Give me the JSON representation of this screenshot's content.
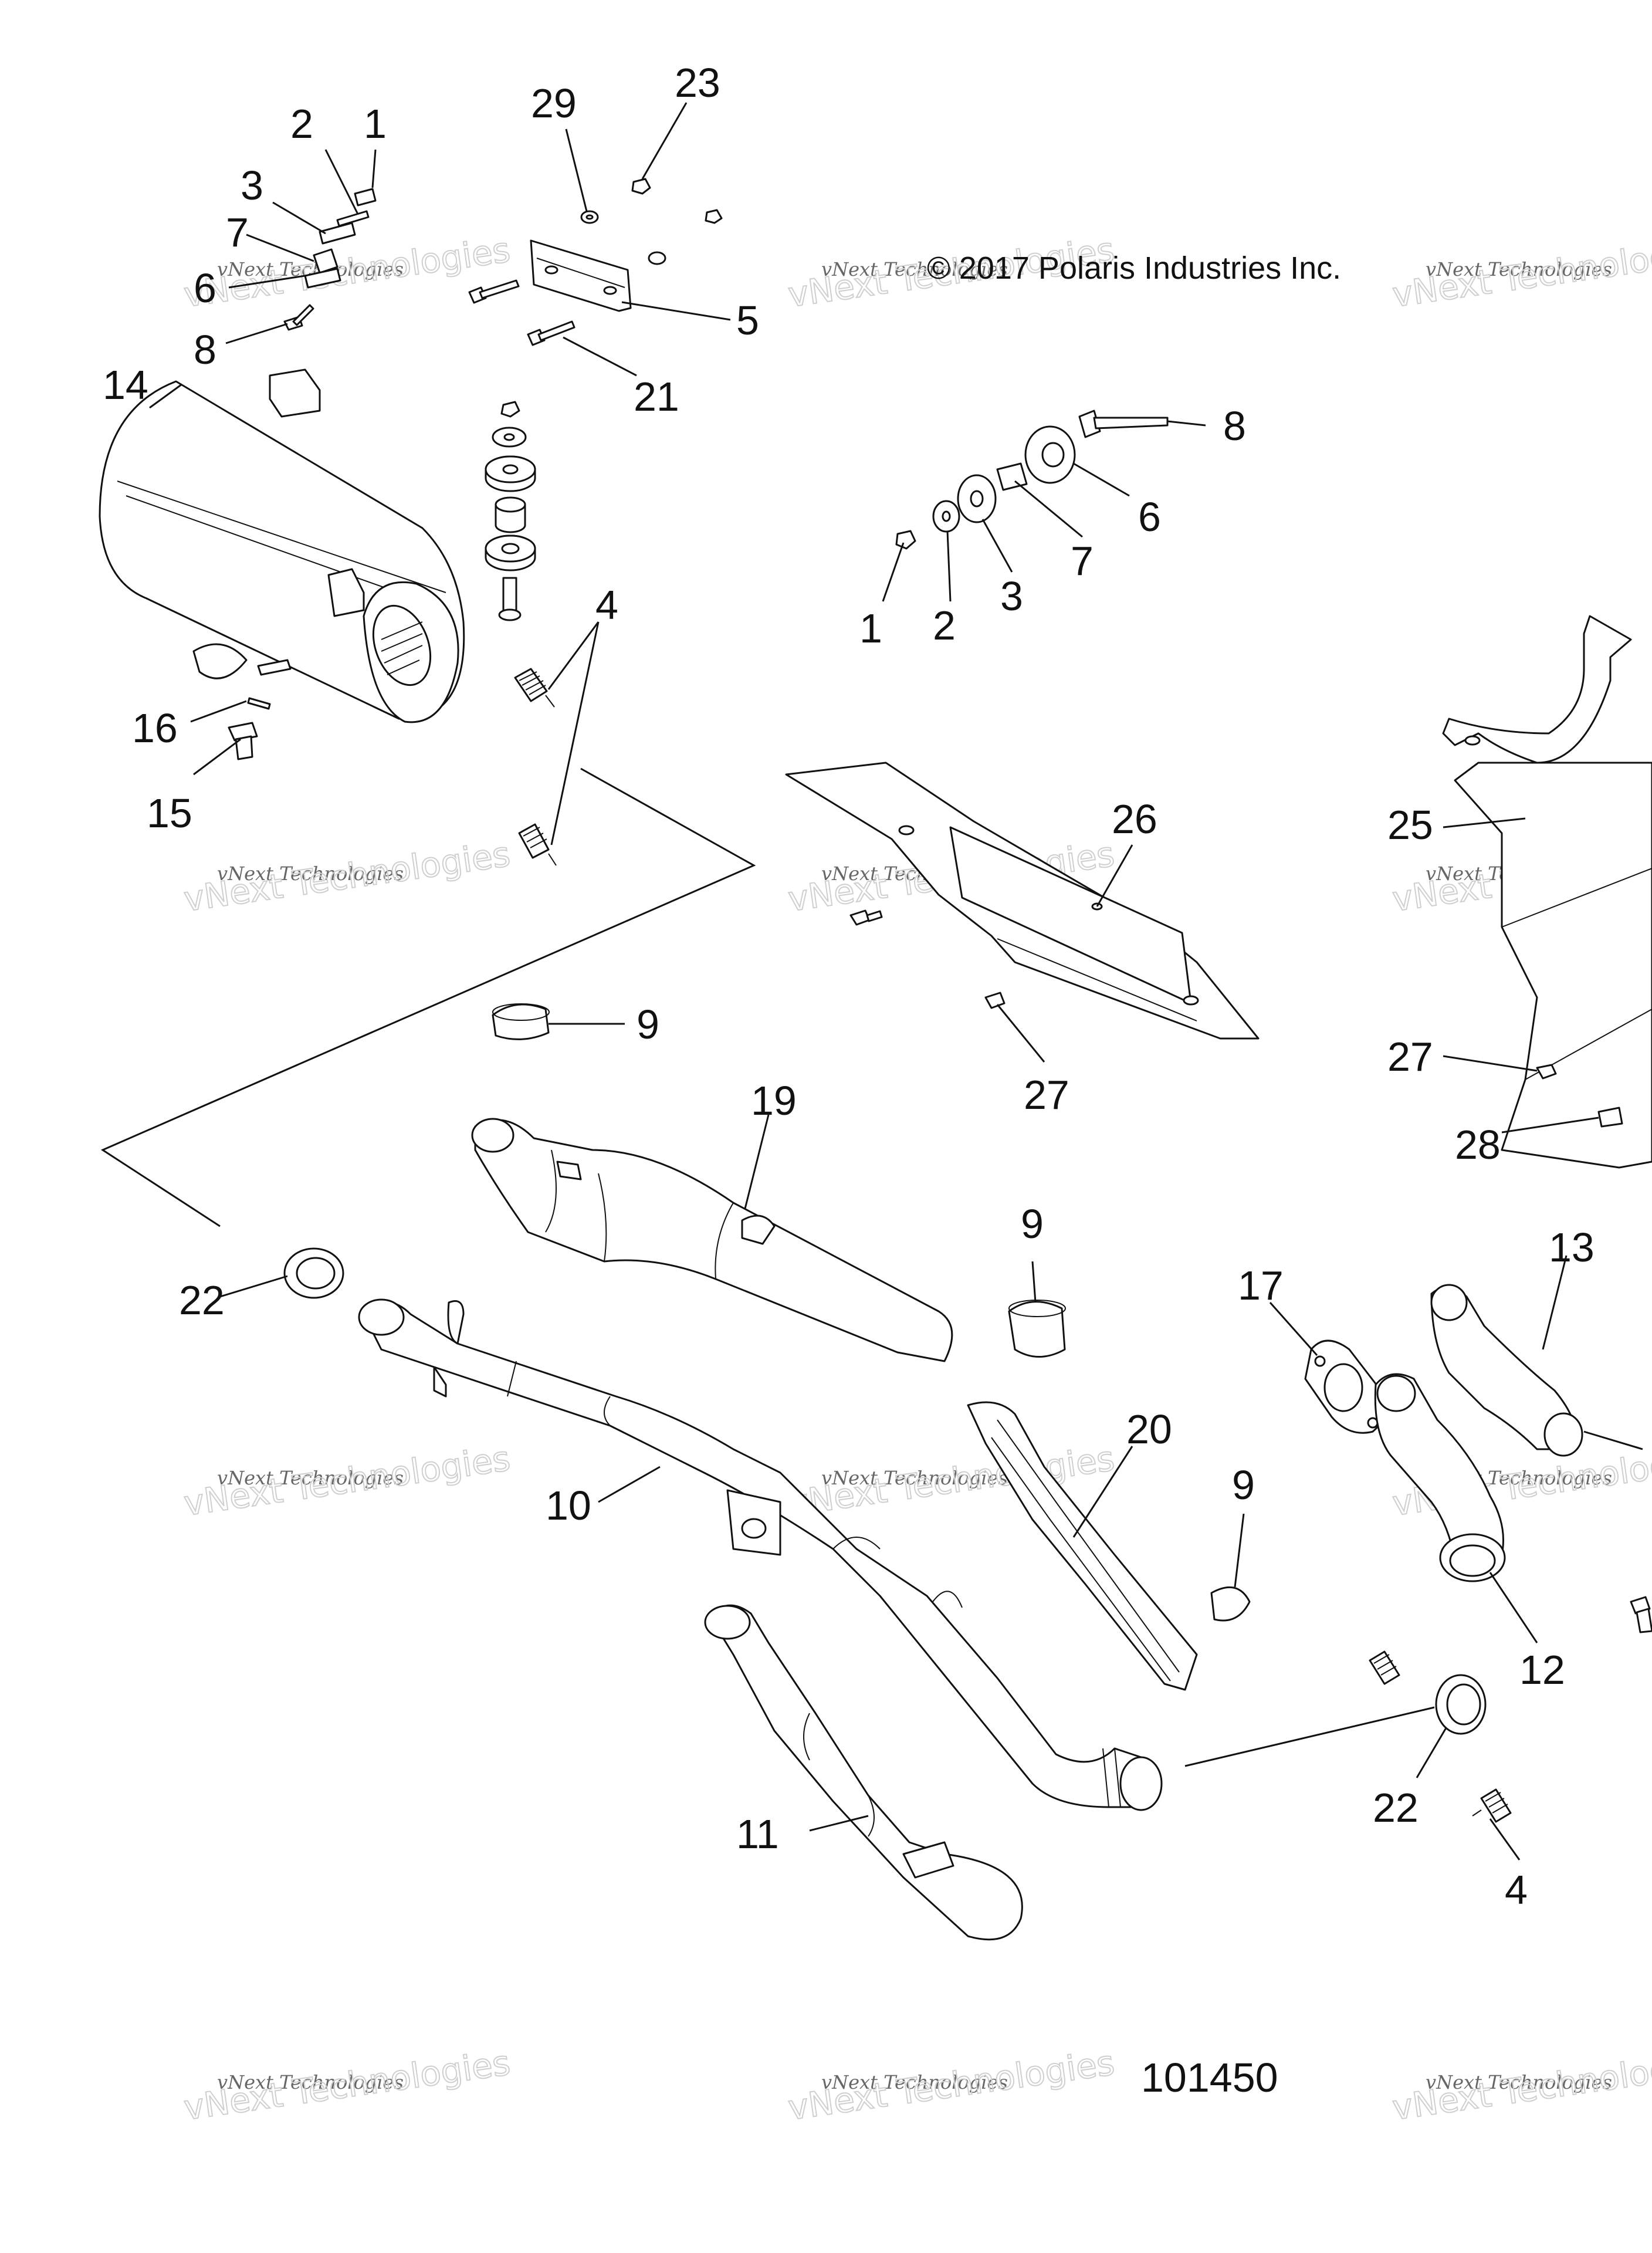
{
  "copyright": "© 2017 Polaris Industries Inc.",
  "diagram_number": "101450",
  "watermark": {
    "line1": "vNext Technologies",
    "line2": "vNext Technologies"
  },
  "callouts": {
    "c1a": "1",
    "c2a": "2",
    "c3a": "3",
    "c7a": "7",
    "c6a": "6",
    "c8a": "8",
    "c29": "29",
    "c23": "23",
    "c5": "5",
    "c21": "21",
    "c14": "14",
    "c4a": "4",
    "c16": "16",
    "c15": "15",
    "c8b": "8",
    "c6b": "6",
    "c7b": "7",
    "c3b": "3",
    "c2b": "2",
    "c1b": "1",
    "c26": "26",
    "c25": "25",
    "c27a": "27",
    "c27b": "27",
    "c28": "28",
    "c9a": "9",
    "c19": "19",
    "c9b": "9",
    "c22a": "22",
    "c17": "17",
    "c13": "13",
    "c20": "20",
    "c10": "10",
    "c9c": "9",
    "c12": "12",
    "c11": "11",
    "c22b": "22",
    "c4b": "4"
  }
}
